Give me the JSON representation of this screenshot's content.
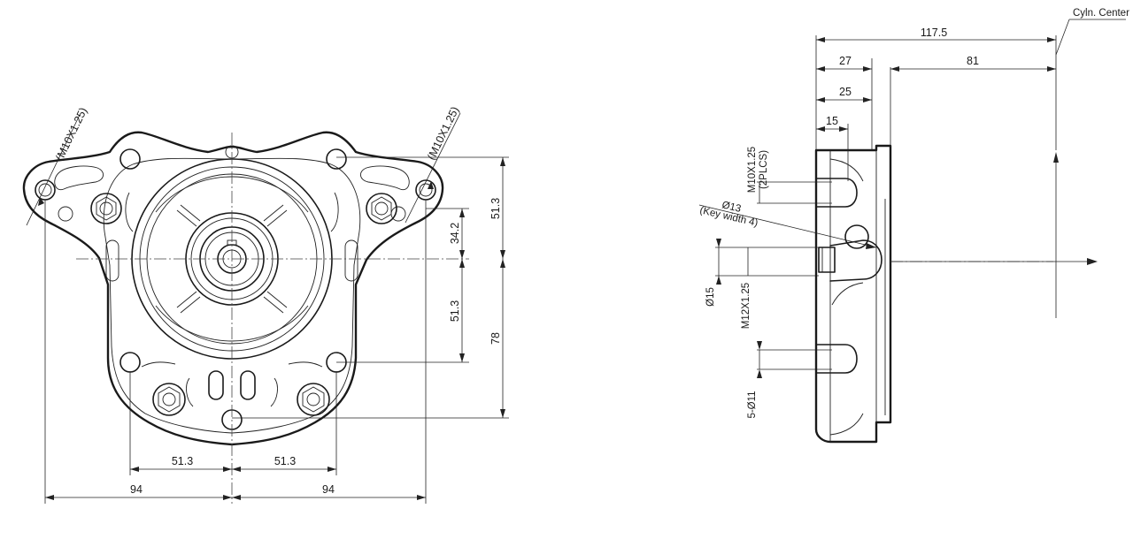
{
  "front_view": {
    "callout_left": "(M10X1.25)",
    "callout_right": "(M10X1.25)",
    "dim_vertical_upper_short": "34.2",
    "dim_vertical_upper": "51.3",
    "dim_vertical_lower": "51.3",
    "dim_vertical_total": "78",
    "dim_bottom_left_inner": "51.3",
    "dim_bottom_right_inner": "51.3",
    "dim_bottom_left_outer": "94",
    "dim_bottom_right_outer": "94"
  },
  "side_view": {
    "dim_overall": "117.5",
    "dim_27": "27",
    "dim_81": "81",
    "dim_25": "25",
    "dim_15": "15",
    "label_cyl_center": "Cyln. Center",
    "label_thread_top_line1": "M10X1.25",
    "label_thread_top_line2": "(2PLCS)",
    "label_key_diameter": "Ø13",
    "label_key_width": "(Key width 4)",
    "label_shaft_diameter": "Ø15",
    "label_shaft_thread": "M12X1.25",
    "label_holes": "5-Ø11"
  }
}
